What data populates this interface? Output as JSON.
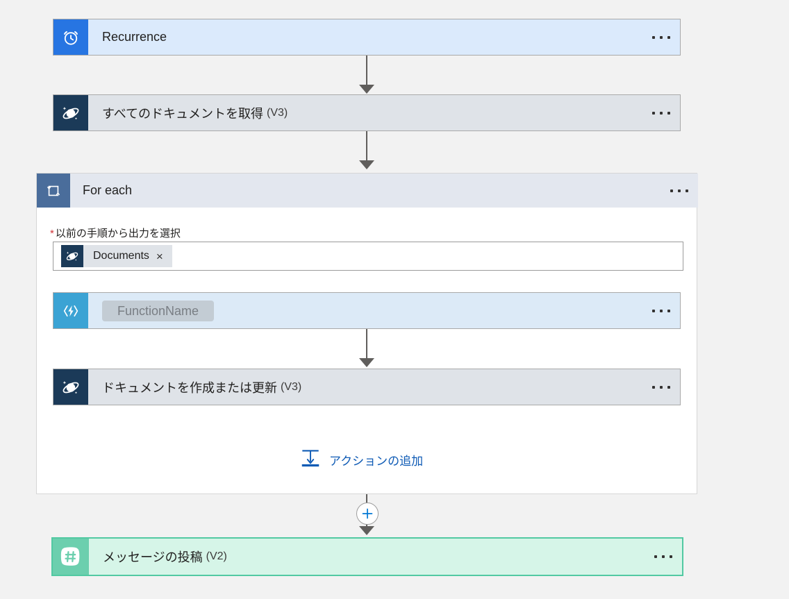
{
  "workflow": {
    "trigger": {
      "title": "Recurrence",
      "version": "",
      "icon": "alarm-clock-icon",
      "menu": "more-options"
    },
    "get_documents": {
      "title": "すべてのドキュメントを取得",
      "version": "(V3)",
      "icon": "cosmos-db-icon",
      "menu": "more-options"
    },
    "foreach": {
      "title": "For each",
      "icon": "loop-icon",
      "menu": "more-options",
      "field": {
        "label": "以前の手順から出力を選択",
        "required_marker": "*",
        "token": {
          "label": "Documents",
          "icon": "cosmos-db-icon",
          "remove": "×"
        }
      },
      "azure_function": {
        "placeholder": "FunctionName",
        "icon": "azure-functions-icon",
        "menu": "more-options"
      },
      "upsert_document": {
        "title": "ドキュメントを作成または更新",
        "version": "(V3)",
        "icon": "cosmos-db-icon",
        "menu": "more-options"
      },
      "add_action": {
        "label": "アクションの追加",
        "icon": "insert-action-icon"
      }
    },
    "post_message": {
      "title": "メッセージの投稿",
      "version": "(V2)",
      "icon": "teams-icon",
      "menu": "more-options"
    },
    "insert_button": {
      "label": "+",
      "icon": "plus-icon"
    },
    "colors": {
      "canvas": "#f2f2f2",
      "trigger_bg": "#dbeafc",
      "trigger_icon_bg": "#2775e2",
      "cosmos_bg": "#dfe3e8",
      "cosmos_icon_bg": "#1b3a58",
      "foreach_header_bg": "#e3e7ef",
      "foreach_icon_bg": "#4a6d9b",
      "function_bg": "#dceaf7",
      "function_icon_bg": "#3ba3d4",
      "teams_bg": "#d6f5e8",
      "teams_border": "#52c9a2",
      "teams_icon_bg": "#6ccfae",
      "link": "#0f5bb5",
      "required": "#d13438",
      "connector": "#605e5c",
      "plus": "#0078d4"
    }
  }
}
